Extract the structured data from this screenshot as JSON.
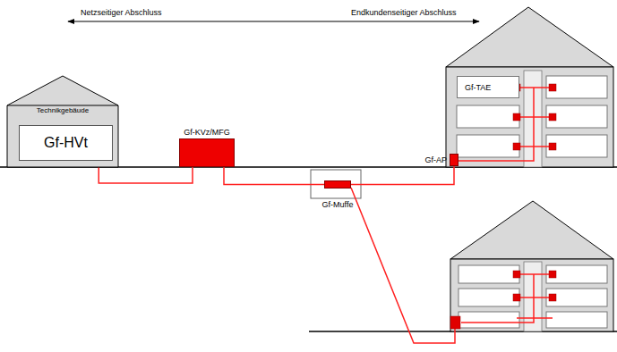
{
  "diagram": {
    "nodes": [
      {
        "text": [
          "Technikgebäude"
        ]
      },
      {
        "text": [
          "Gf-HVt"
        ],
        "in": 0
      },
      {
        "text": [
          "Gf-KVz/MFG"
        ]
      },
      {
        "text": [
          "Gf-Muffe"
        ]
      },
      {
        "text": [
          "Gf-AP"
        ]
      },
      {
        "text": [
          "Gf-TAE"
        ]
      }
    ],
    "edges": [
      {
        "from": 1,
        "to": 2,
        "arrow": "none"
      },
      {
        "from": 2,
        "to": 3,
        "arrow": "none"
      },
      {
        "from": 3,
        "to": 4,
        "arrow": "none"
      }
    ],
    "labels": [
      "Netzseitiger Abschluss",
      "Endkundenseitiger Abschluss"
    ]
  }
}
